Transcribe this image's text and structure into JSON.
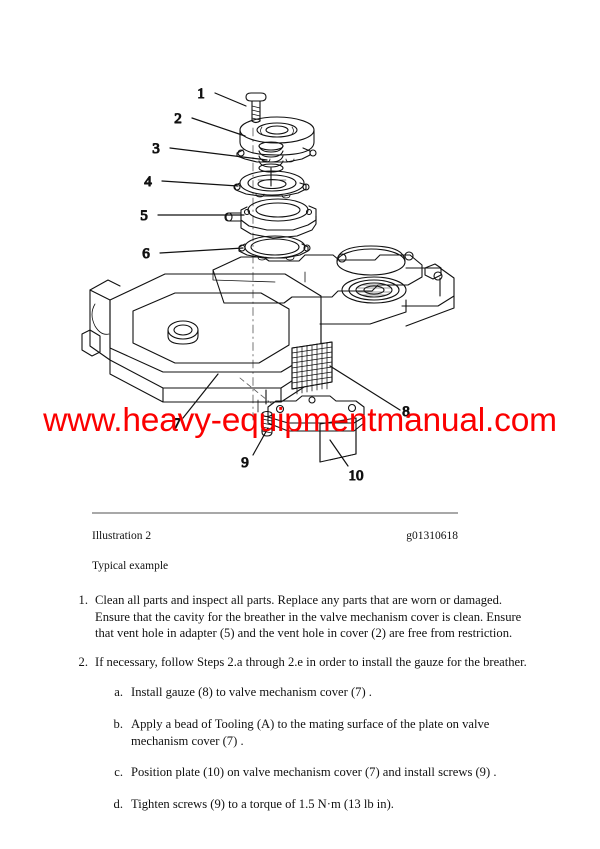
{
  "document": {
    "type": "service-manual-page",
    "watermark": "www.heavy-equipmentmanual.com",
    "watermark_color": "#fb0000"
  },
  "figure": {
    "alt": "Exploded view of valve mechanism cover breather assembly",
    "callouts": [
      {
        "id": "1",
        "label": "1"
      },
      {
        "id": "2",
        "label": "2"
      },
      {
        "id": "3",
        "label": "3"
      },
      {
        "id": "4",
        "label": "4"
      },
      {
        "id": "5",
        "label": "5"
      },
      {
        "id": "6",
        "label": "6"
      },
      {
        "id": "7",
        "label": "7"
      },
      {
        "id": "8",
        "label": "8"
      },
      {
        "id": "9",
        "label": "9"
      },
      {
        "id": "10",
        "label": "10"
      }
    ]
  },
  "caption": {
    "label": "Illustration 2",
    "code": "g01310618",
    "subtitle": "Typical example"
  },
  "steps": [
    {
      "marker": "1.",
      "text": "Clean all parts and inspect all parts. Replace any parts that are worn or damaged. Ensure that the cavity for the breather in the valve mechanism cover is clean. Ensure that vent hole in adapter (5) and the vent hole in cover (2) are free from restriction."
    },
    {
      "marker": "2.",
      "text": "If necessary, follow Steps 2.a through 2.e in order to install the gauze for the breather.",
      "substeps": [
        {
          "marker": "a.",
          "text": "Install gauze (8) to valve mechanism cover (7) ."
        },
        {
          "marker": "b.",
          "text": "Apply a bead of Tooling (A) to the mating surface of the plate on valve mechanism cover (7) ."
        },
        {
          "marker": "c.",
          "text": "Position plate (10) on valve mechanism cover (7) and install screws (9) ."
        },
        {
          "marker": "d.",
          "text": "Tighten screws (9) to a torque of 1.5 N·m (13 lb in)."
        }
      ]
    }
  ]
}
